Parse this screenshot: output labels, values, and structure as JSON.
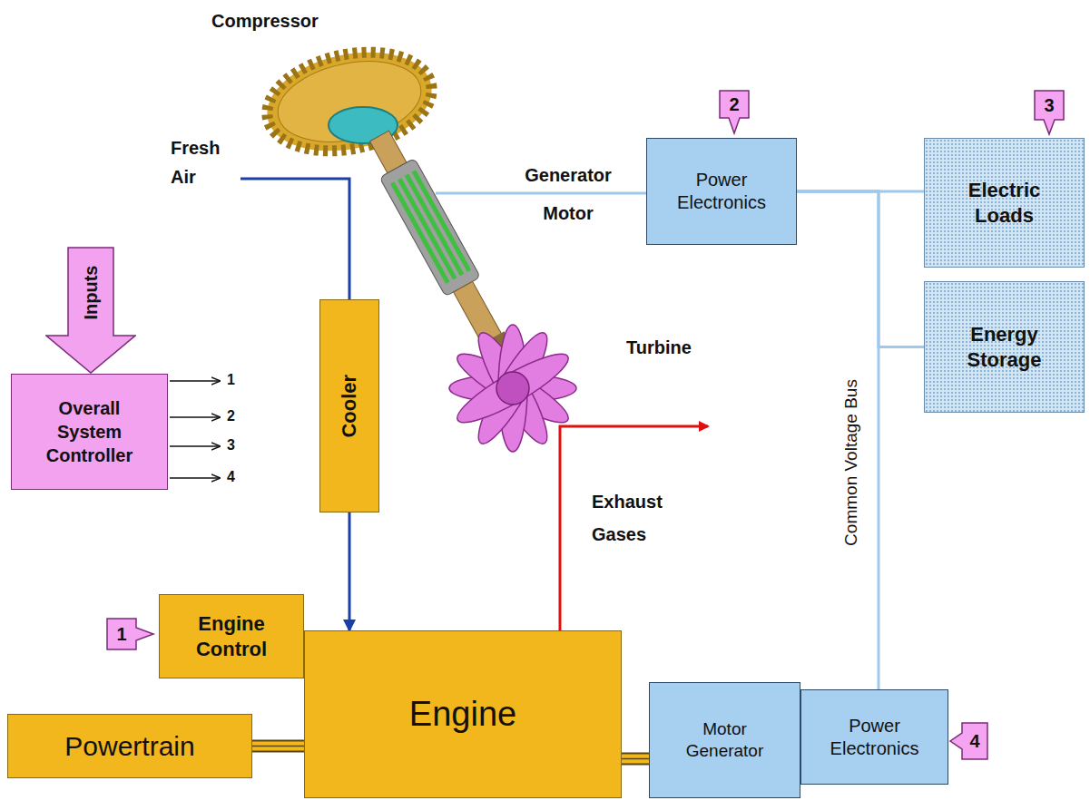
{
  "diagram": {
    "nodes": [
      {
        "text": [
          "Power Electronics"
        ]
      },
      {
        "text": [
          "Electric Loads"
        ]
      },
      {
        "text": [
          "Energy Storage"
        ]
      },
      {
        "text": [
          "Inputs"
        ]
      },
      {
        "text": [
          "Overall System Controller"
        ]
      },
      {
        "text": [
          "Cooler"
        ]
      },
      {
        "text": [
          "Engine Control"
        ]
      },
      {
        "text": [
          "Engine"
        ]
      },
      {
        "text": [
          "Powertrain"
        ]
      },
      {
        "text": [
          "Motor Generator"
        ]
      },
      {
        "text": [
          "Power Electronics"
        ]
      }
    ],
    "edges": [
      {
        "from": 5,
        "to": 7,
        "arrow": "to"
      },
      {
        "from": 0,
        "to": 1,
        "arrow": "none"
      },
      {
        "from": 0,
        "to": 2,
        "arrow": "none"
      },
      {
        "from": 0,
        "to": 10,
        "arrow": "none"
      },
      {
        "from": 7,
        "to": 8,
        "arrow": "none"
      },
      {
        "from": 7,
        "to": 9,
        "arrow": "none"
      }
    ],
    "labels": [
      "Compressor",
      "Fresh Air",
      "Generator Motor",
      "2",
      "3",
      "Turbine",
      "Common Voltage Bus",
      "1",
      "2",
      "3",
      "4",
      "Exhaust Gases",
      "1",
      "4"
    ]
  }
}
